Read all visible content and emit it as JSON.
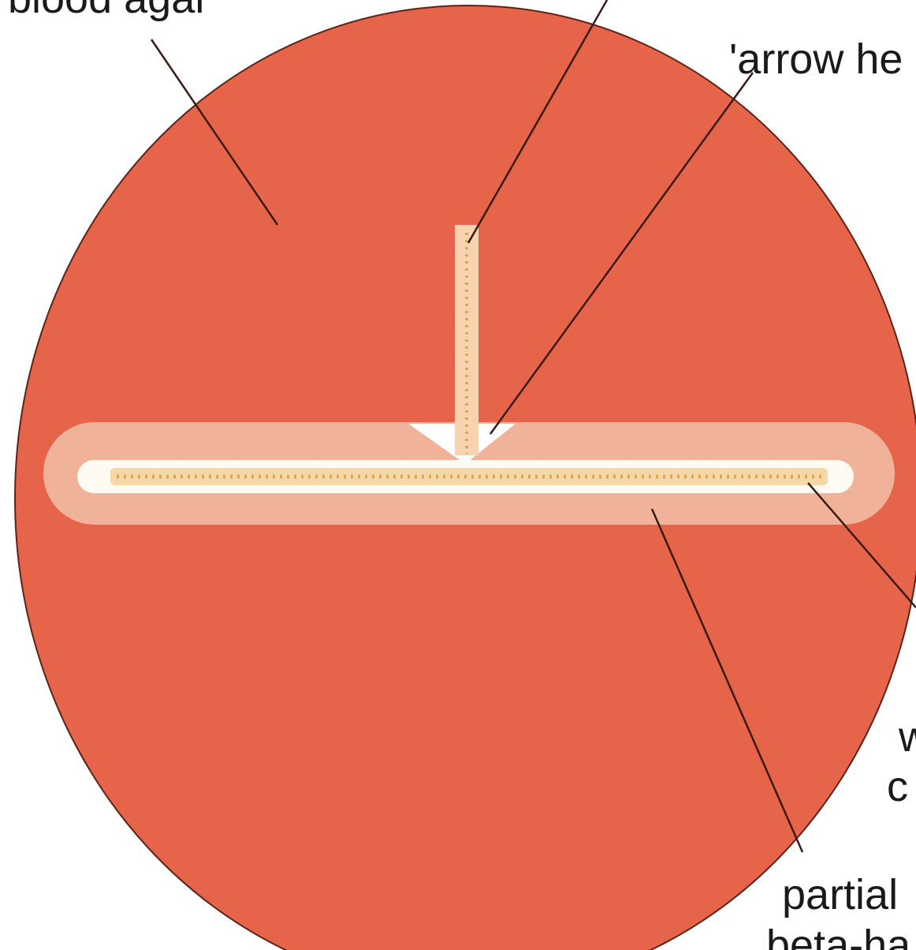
{
  "labels": {
    "blood_agar": "blood agar",
    "arrow_head": "'arrow he",
    "partial_line1": "partial",
    "partial_line2": "beta-ha",
    "right_w": "w",
    "right_c": "c"
  },
  "colors": {
    "agar": "#e5644a",
    "agar_outline": "#5a2418",
    "halo": "#f1b29a",
    "streak_white": "#fffaf2",
    "streak_colony": "#f6d7a6",
    "colony_dots": "#d9a85c",
    "arrow_white": "#ffffff",
    "leader_line": "#3a1a12",
    "text": "#1a1a1a"
  }
}
